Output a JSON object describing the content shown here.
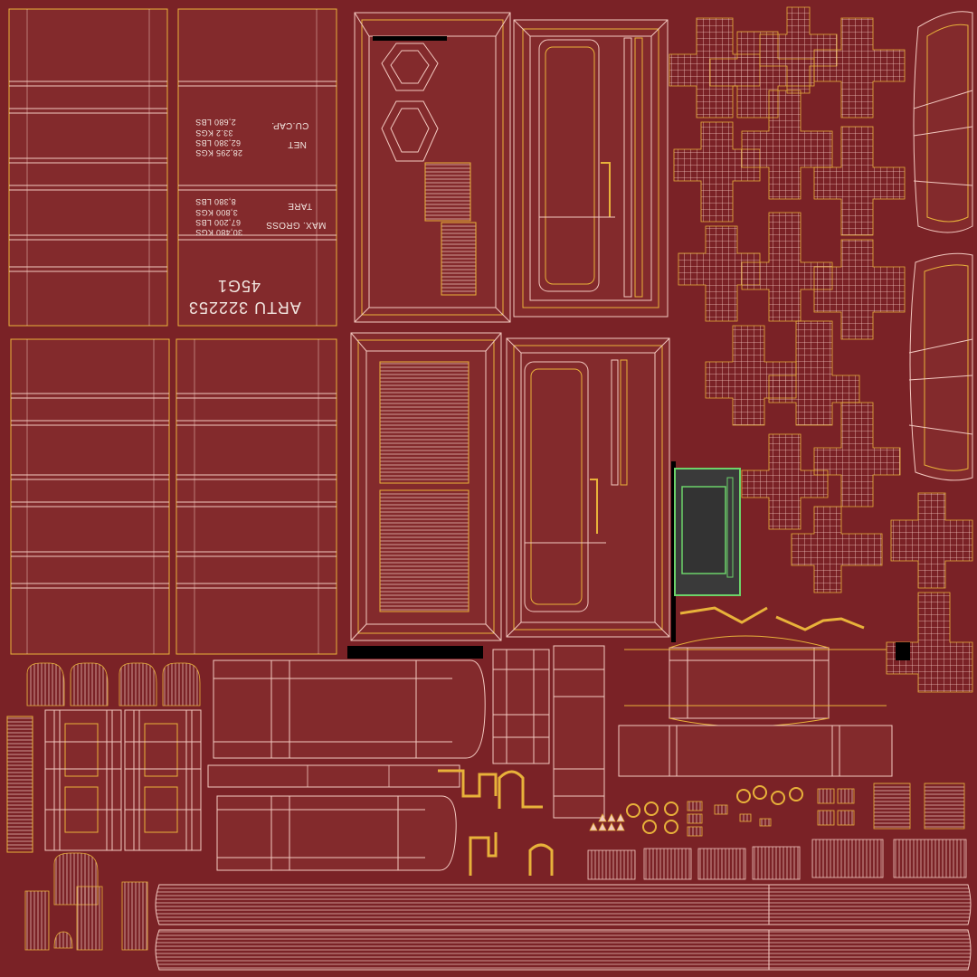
{
  "colors": {
    "background": "#7a2226",
    "panel": "#832a2c",
    "wire_white": "#f3c9c0",
    "wire_yellow": "#e8b23a",
    "seam_green": "#6cd36a",
    "dark_panel": "#3a3a3a",
    "void": "#000000",
    "stencil_text": "#f2e6e0"
  },
  "stencils": {
    "cu_cap_label": "CU.CAP.",
    "cu_cap_lbs": "2,680 LBS",
    "net_label": "NET",
    "net_kgs": "33.2 KGS",
    "net_lbs": "62,380 LBS",
    "gross_kgs_28": "28,295 KGS",
    "tare_label": "TARE",
    "tare_lbs": "8,380 LBS",
    "tare_kgs": "3,800 KGS",
    "max_gross_label": "MAX. GROSS",
    "max_lbs": "67,200 LBS",
    "max_kgs": "30,480 KGS",
    "container_id": "ARTU 322253",
    "iso_code": "45G1"
  }
}
